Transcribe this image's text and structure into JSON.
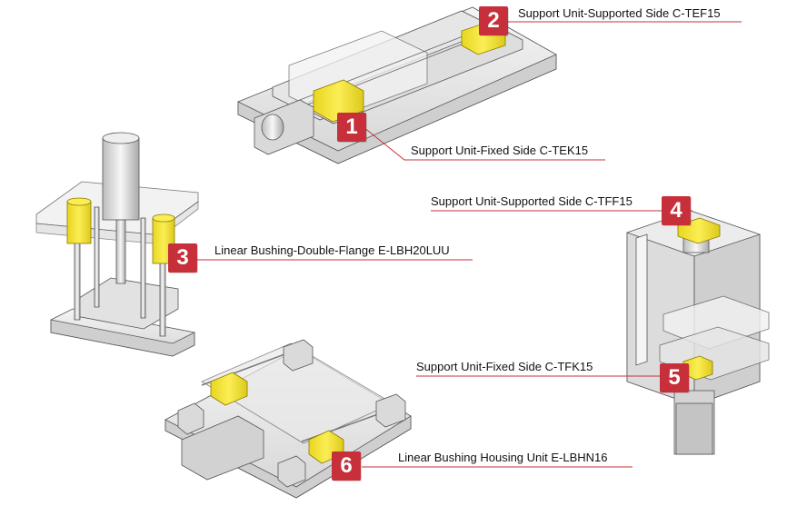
{
  "callouts": [
    {
      "number": "1",
      "label": "Support Unit-Fixed Side C-TEK15"
    },
    {
      "number": "2",
      "label": "Support Unit-Supported Side  C-TEF15"
    },
    {
      "number": "3",
      "label": "Linear Bushing-Double-Flange  E-LBH20LUU"
    },
    {
      "number": "4",
      "label": "Support Unit-Supported Side  C-TFF15"
    },
    {
      "number": "5",
      "label": "Support Unit-Fixed Side  C-TFK15"
    },
    {
      "number": "6",
      "label": "Linear Bushing Housing Unit  E-LBHN16"
    }
  ],
  "colors": {
    "badge": "#c7303a",
    "highlight": "#f3e332",
    "line": "#555555"
  }
}
